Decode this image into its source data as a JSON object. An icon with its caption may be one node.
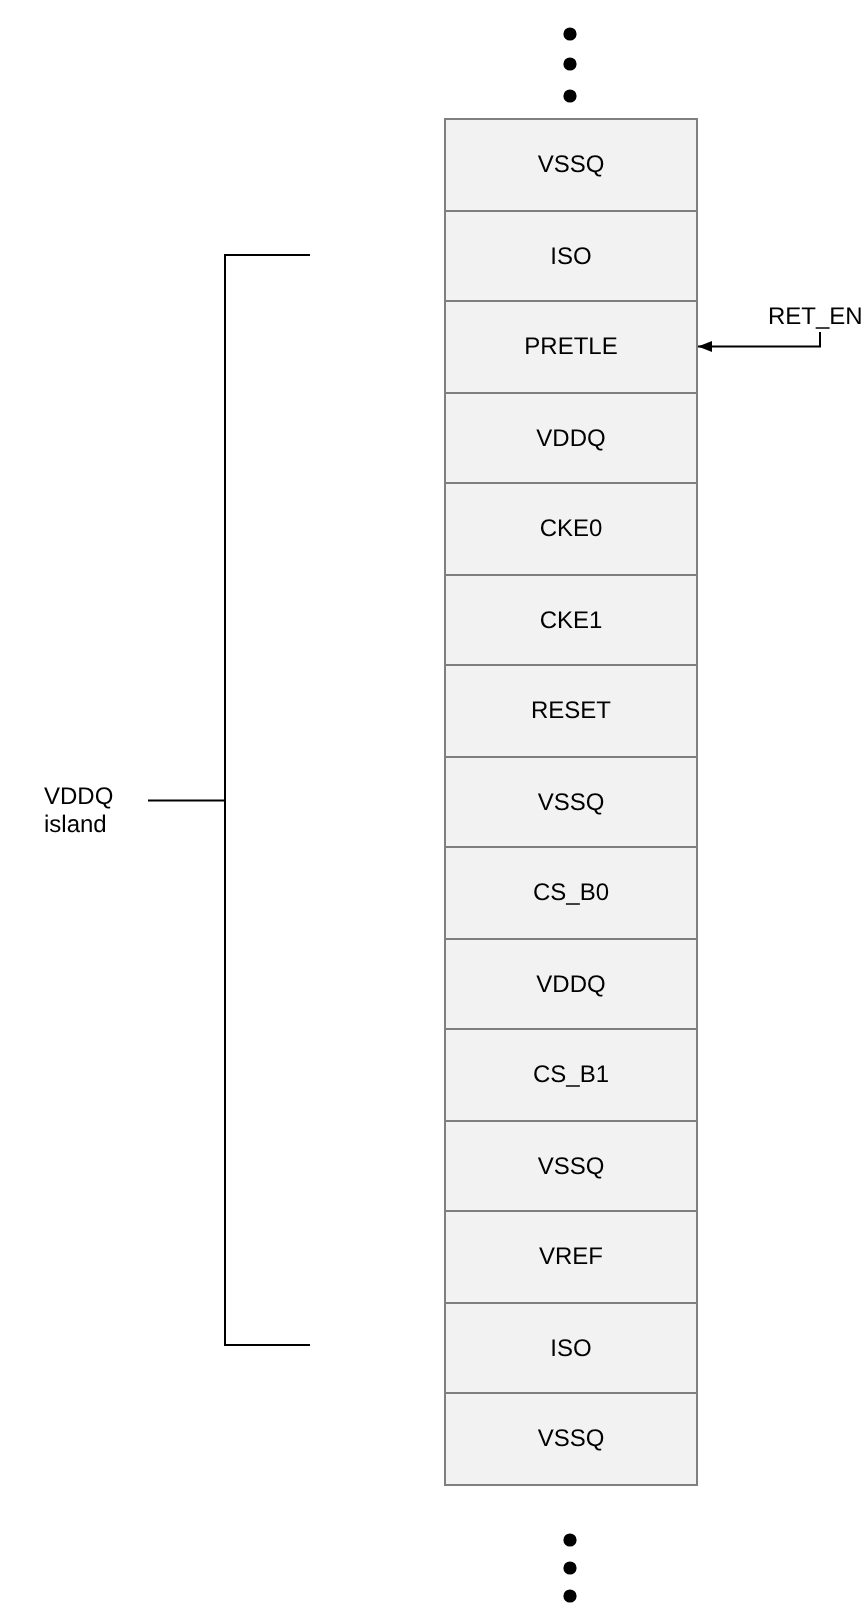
{
  "diagram": {
    "nodes": [
      {
        "text": [
          "VSSQ"
        ]
      },
      {
        "text": [
          "ISO"
        ]
      },
      {
        "text": [
          "PRETLE"
        ]
      },
      {
        "text": [
          "VDDQ"
        ]
      },
      {
        "text": [
          "CKE0"
        ]
      },
      {
        "text": [
          "CKE1"
        ]
      },
      {
        "text": [
          "RESET"
        ]
      },
      {
        "text": [
          "VSSQ"
        ]
      },
      {
        "text": [
          "CS_B0"
        ]
      },
      {
        "text": [
          "VDDQ"
        ]
      },
      {
        "text": [
          "CS_B1"
        ]
      },
      {
        "text": [
          "VSSQ"
        ]
      },
      {
        "text": [
          "VREF"
        ]
      },
      {
        "text": [
          "ISO"
        ]
      },
      {
        "text": [
          "VSSQ"
        ]
      },
      {
        "text": [
          "RET_EN"
        ]
      },
      {
        "text": [
          "VDDQ island"
        ]
      },
      {
        "text": [],
        "shape": "bracket"
      }
    ],
    "edges": [
      {
        "from": 15,
        "to": 2,
        "arrow": "to"
      },
      {
        "from": 16,
        "to": 17,
        "arrow": "none"
      }
    ]
  }
}
